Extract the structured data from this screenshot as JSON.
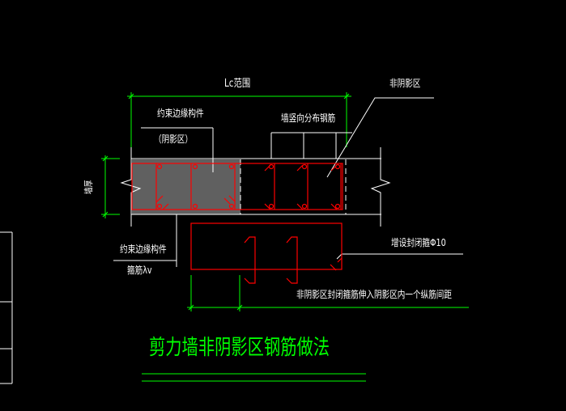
{
  "drawing": {
    "title": "剪力墙非阴影区钢筋做法",
    "labels": {
      "lc_range": "Lc范围",
      "non_shadow_zone": "非阴影区",
      "boundary_member": "约束边缘构件",
      "shadow_zone": "（阴影区）",
      "wall_vertical_rebar": "墙竖向分布钢筋",
      "wall_thickness": "墙厚",
      "boundary_member_bottom": "约束边缘构件",
      "stirrup_lambda": "箍筋λv",
      "added_closed_stirrup": "增设封闭箍Φ10",
      "extension_note": "非阴影区封闭箍筋伸入阴影区内一个纵筋间距"
    },
    "colors": {
      "background": "#000000",
      "lines": "#ffffff",
      "dimension": "#00ff00",
      "rebar": "#ff0000",
      "shading": "#606060",
      "title": "#00ff00"
    }
  }
}
